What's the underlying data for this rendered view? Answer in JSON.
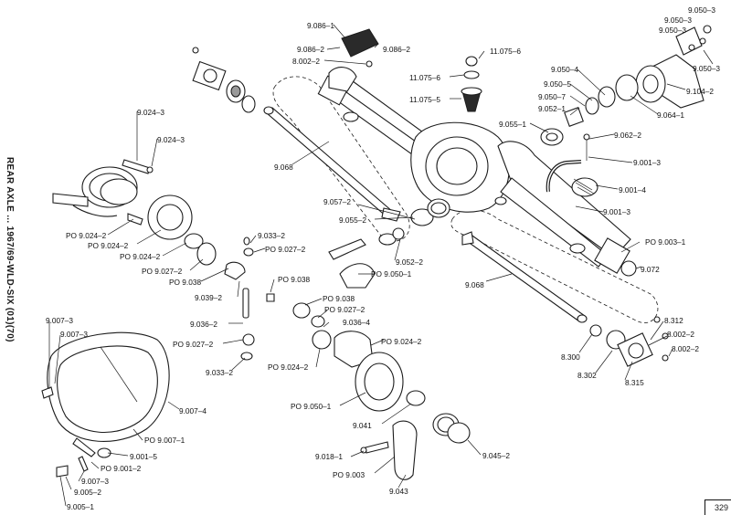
{
  "side_title": "REAR AXLE ... 1967/69-WLD-SIX (01)(70)",
  "page_number": "329",
  "callouts": [
    {
      "id": "9.086-1",
      "text": "9.086–1"
    },
    {
      "id": "9.086-2a",
      "text": "9.086–2"
    },
    {
      "id": "9.086-2b",
      "text": "9.086–2"
    },
    {
      "id": "8.002-2a",
      "text": "8.002–2"
    },
    {
      "id": "11.075-6a",
      "text": "11.075–6"
    },
    {
      "id": "11.075-6b",
      "text": "11.075–6"
    },
    {
      "id": "11.075-5",
      "text": "11.075–5"
    },
    {
      "id": "9.050-3a",
      "text": "9.050–3"
    },
    {
      "id": "9.050-3b",
      "text": "9.050–3"
    },
    {
      "id": "9.050-3c",
      "text": "9.050–3"
    },
    {
      "id": "9.050-3d",
      "text": "9.050–3"
    },
    {
      "id": "9.050-4",
      "text": "9.050–4"
    },
    {
      "id": "9.050-5",
      "text": "9.050–5"
    },
    {
      "id": "9.050-7",
      "text": "9.050–7"
    },
    {
      "id": "9.052-1",
      "text": "9.052–1"
    },
    {
      "id": "9.104-2",
      "text": "9.104–2"
    },
    {
      "id": "9.064-1",
      "text": "9.064–1"
    },
    {
      "id": "9.055-1",
      "text": "9.055–1"
    },
    {
      "id": "9.062-2",
      "text": "9.062–2"
    },
    {
      "id": "9.001-3a",
      "text": "9.001–3"
    },
    {
      "id": "9.001-4",
      "text": "9.001–4"
    },
    {
      "id": "9.001-3b",
      "text": "9.001–3"
    },
    {
      "id": "9.024-3a",
      "text": "9.024–3"
    },
    {
      "id": "9.024-3b",
      "text": "9.024–3"
    },
    {
      "id": "9.068a",
      "text": "9.068"
    },
    {
      "id": "9.057-2",
      "text": "9.057–2"
    },
    {
      "id": "9.055-2",
      "text": "9.055–2"
    },
    {
      "id": "po-9.024-2a",
      "text": "PO  9.024–2"
    },
    {
      "id": "po-9.024-2b",
      "text": "PO  9.024–2"
    },
    {
      "id": "po-9.024-2c",
      "text": "PO  9.024–2"
    },
    {
      "id": "po-9.027-2a",
      "text": "PO  9.027–2"
    },
    {
      "id": "po-9.038a",
      "text": "PO  9.038"
    },
    {
      "id": "9.033-2a",
      "text": "9.033–2"
    },
    {
      "id": "po-9.027-2b",
      "text": "PO  9.027–2"
    },
    {
      "id": "9.052-2",
      "text": "9.052–2"
    },
    {
      "id": "po-9.050-1a",
      "text": "PO  9.050–1"
    },
    {
      "id": "po-9.038b",
      "text": "PO  9.038"
    },
    {
      "id": "9.039-2",
      "text": "9.039–2"
    },
    {
      "id": "po-9.038c",
      "text": "PO  9.038"
    },
    {
      "id": "po-9.027-2c",
      "text": "PO  9.027–2"
    },
    {
      "id": "9.036-4",
      "text": "9.036–4"
    },
    {
      "id": "9.036-2",
      "text": "9.036–2"
    },
    {
      "id": "po-9.027-2d",
      "text": "PO  9.027–2"
    },
    {
      "id": "9.033-2b",
      "text": "9.033–2"
    },
    {
      "id": "po-9.024-2d",
      "text": "PO  9.024–2"
    },
    {
      "id": "po-9.024-2e",
      "text": "PO  9.024–2"
    },
    {
      "id": "po-9.003-1",
      "text": "PO  9.003–1"
    },
    {
      "id": "9.072",
      "text": "9.072"
    },
    {
      "id": "9.068b",
      "text": "9.068"
    },
    {
      "id": "8.312",
      "text": "8.312"
    },
    {
      "id": "8.002-2b",
      "text": "8.002–2"
    },
    {
      "id": "8.002-2c",
      "text": "8.002–2"
    },
    {
      "id": "8.300",
      "text": "8.300"
    },
    {
      "id": "8.302",
      "text": "8.302"
    },
    {
      "id": "8.315",
      "text": "8.315"
    },
    {
      "id": "9.007-3a",
      "text": "9.007–3"
    },
    {
      "id": "9.007-3b",
      "text": "9.007–3"
    },
    {
      "id": "9.007-4",
      "text": "9.007–4"
    },
    {
      "id": "po-9.007-1",
      "text": "PO  9.007–1"
    },
    {
      "id": "9.001-5",
      "text": "9.001–5"
    },
    {
      "id": "po-9.001-2",
      "text": "PO  9.001–2"
    },
    {
      "id": "9.007-3c",
      "text": "9.007–3"
    },
    {
      "id": "9.005-2",
      "text": "9.005–2"
    },
    {
      "id": "9.005-1",
      "text": "9.005–1"
    },
    {
      "id": "po-9.050-1b",
      "text": "PO  9.050–1"
    },
    {
      "id": "9.041",
      "text": "9.041"
    },
    {
      "id": "9.018-1",
      "text": "9.018–1"
    },
    {
      "id": "po-9.003",
      "text": "PO  9.003"
    },
    {
      "id": "9.043",
      "text": "9.043"
    },
    {
      "id": "9.045-2",
      "text": "9.045–2"
    }
  ]
}
